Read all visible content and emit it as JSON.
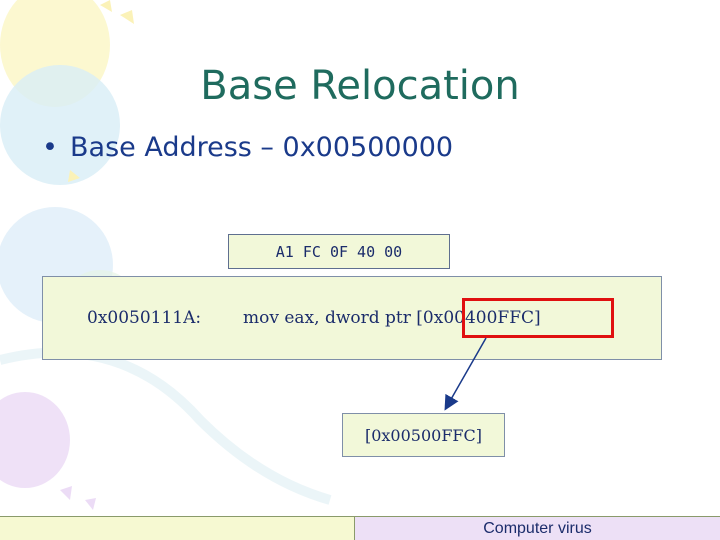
{
  "slide": {
    "title": "Base Relocation",
    "bullet": "Base Address – 0x00500000",
    "bullet_marker": "•"
  },
  "opcode": {
    "bytes": "A1 FC 0F 40 00"
  },
  "instruction": {
    "address": "0x0050111A:",
    "code": "mov eax, dword ptr [0x00400FFC]"
  },
  "result": {
    "text": "[0x00500FFC]"
  },
  "footer": {
    "text": "Computer virus"
  },
  "colors": {
    "title": "#1f6b5e",
    "text": "#1a3a8a",
    "box_fill": "#f2f8d9",
    "highlight": "#e01010",
    "footer_right": "#ede0f6"
  }
}
